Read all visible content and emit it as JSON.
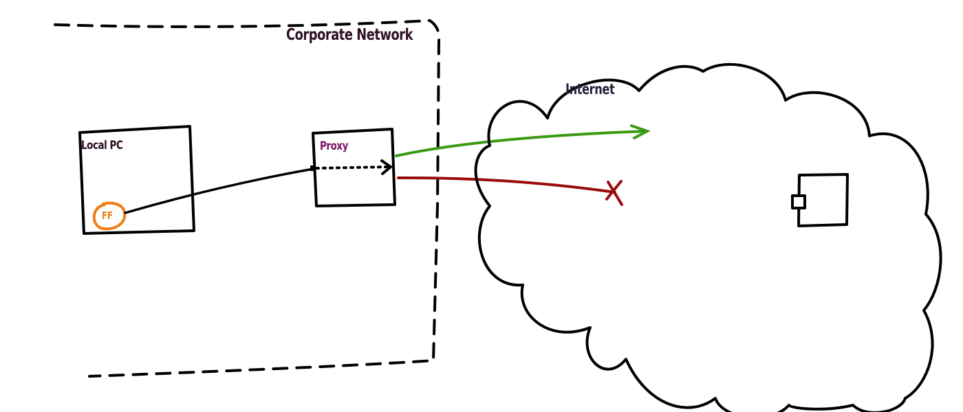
{
  "diagram": {
    "title": "Proxy network diagram",
    "zones": {
      "corporate_network": {
        "label": "Corporate Network",
        "color": "#2e0f26"
      },
      "internet": {
        "label": "Internet",
        "color": "#24223a"
      }
    },
    "nodes": {
      "local_pc": {
        "label": "Local PC",
        "color": "#2b0d24"
      },
      "proxy": {
        "label": "Proxy",
        "color": "#7a0f63"
      },
      "firefox": {
        "label": "FF",
        "icon": "firefox-badge-icon",
        "color": "#f07d12"
      },
      "remote_server": {
        "label": "",
        "icon": "server-box-icon"
      }
    },
    "connections": [
      {
        "from": "firefox",
        "to": "proxy",
        "style": "solid",
        "color": "#000000"
      },
      {
        "from": "proxy",
        "to": "proxy-exit",
        "style": "dotted-arrow",
        "color": "#000000"
      },
      {
        "from": "proxy",
        "to": "internet",
        "style": "arrow",
        "color": "#3a9a14",
        "status": "allowed"
      },
      {
        "from": "proxy",
        "to": "internet",
        "style": "blocked-x",
        "color": "#9a0c0c",
        "status": "blocked"
      }
    ]
  }
}
